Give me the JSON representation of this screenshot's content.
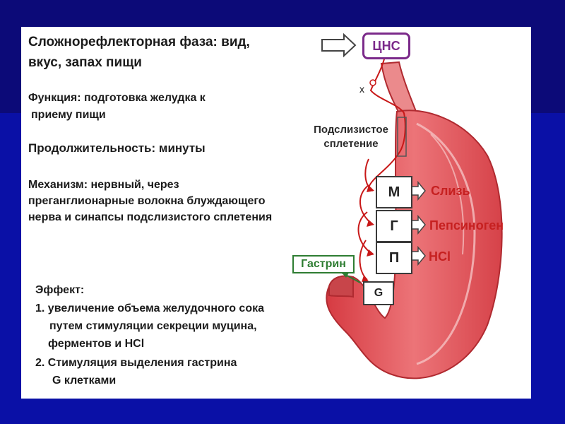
{
  "heading": {
    "line1": "Сложнорефлекторная фаза: вид,",
    "line2": "вкус, запах пищи"
  },
  "function": {
    "line1": "Функция: подготовка желудка к",
    "line2": "приему пищи"
  },
  "duration": "Продолжительность: минуты",
  "mechanism": {
    "line1": "Механизм: нервный, через",
    "line2": "преганглионарные волокна блуждающего",
    "line3": "нерва и синапсы подслизистого сплетения"
  },
  "effect": {
    "title": "Эффект:",
    "line1": "1. увеличение объема желудочного сока",
    "line2": "путем стимуляции секреции муцина,",
    "line3": "ферментов и HCl",
    "line4": "2. Стимуляция выделения гастрина",
    "line5": "G клетками"
  },
  "diagram": {
    "cns": "ЦНС",
    "vagus_mark": "х",
    "plexus_line1": "Подслизистое",
    "plexus_line2": "сплетение",
    "cells": [
      "М",
      "Г",
      "П"
    ],
    "outputs": [
      "Слизь",
      "Пепсиноген",
      "HCl"
    ],
    "gastrin": "Гастрин",
    "g_cell": "G"
  },
  "colors": {
    "stomach": "#e0474c",
    "stomach_light": "#f0a0a0",
    "nerve": "#c81818",
    "cns_border": "#7b2a8a",
    "gastrin": "#2e7d32"
  }
}
